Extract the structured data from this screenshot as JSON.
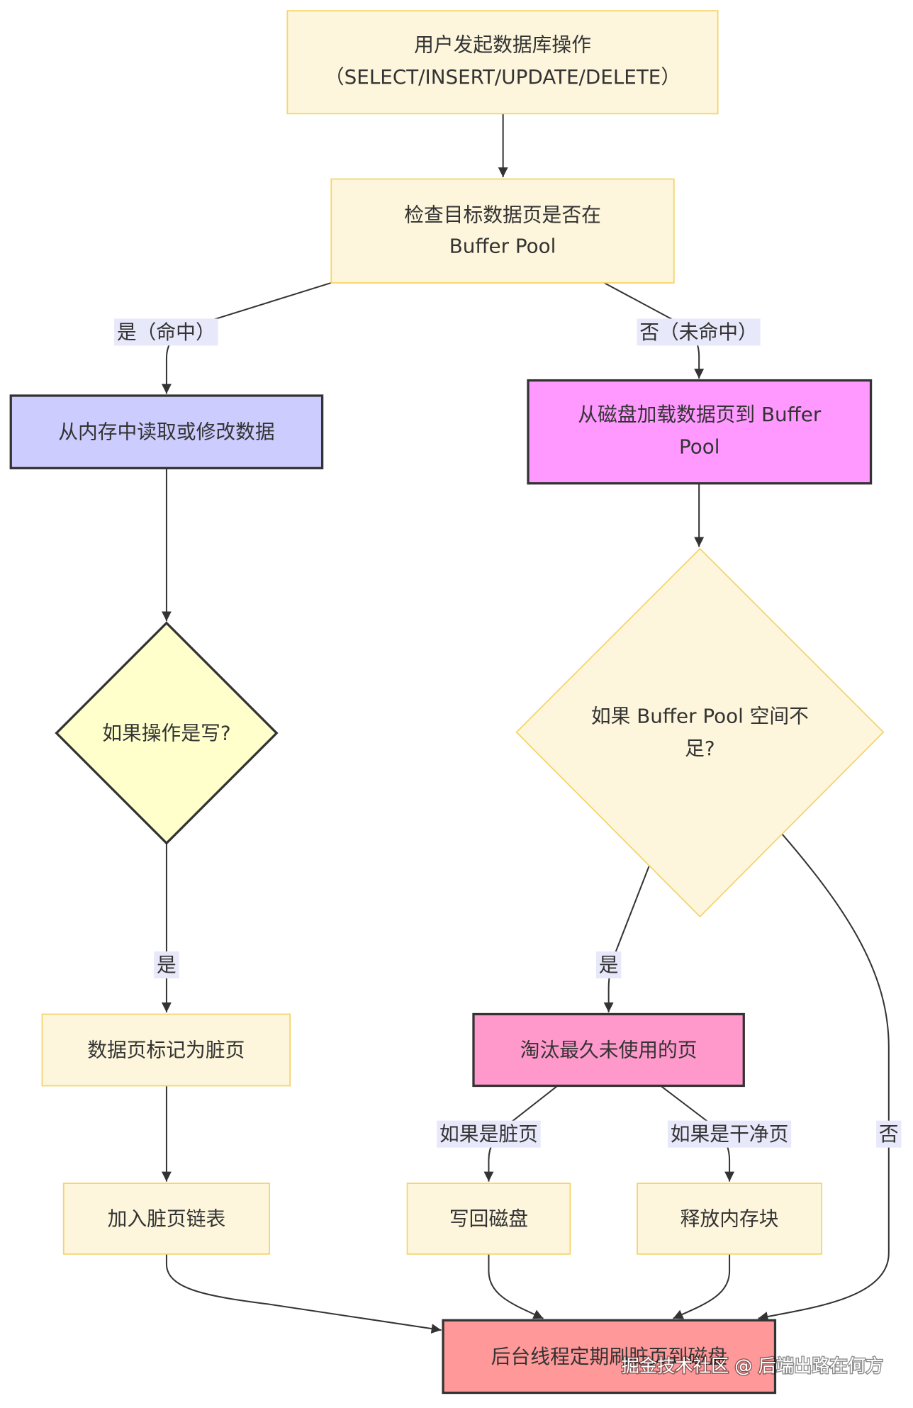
{
  "diagram": {
    "nodes": {
      "start": {
        "lines": [
          "用户发起数据库操作",
          "（SELECT/INSERT/UPDATE/DELETE）"
        ]
      },
      "check_pool": {
        "lines": [
          "检查目标数据页是否在",
          "Buffer Pool"
        ]
      },
      "read_memory": {
        "lines": [
          "从内存中读取或修改数据"
        ]
      },
      "load_from_disk": {
        "lines": [
          "从磁盘加载数据页到 Buffer",
          "Pool"
        ]
      },
      "is_write": {
        "lines": [
          "如果操作是写?"
        ]
      },
      "pool_full": {
        "lines": [
          "如果 Buffer Pool 空间不",
          "足?"
        ]
      },
      "mark_dirty": {
        "lines": [
          "数据页标记为脏页"
        ]
      },
      "evict_lru": {
        "lines": [
          "淘汰最久未使用的页"
        ]
      },
      "add_dirty_list": {
        "lines": [
          "加入脏页链表"
        ]
      },
      "write_back": {
        "lines": [
          "写回磁盘"
        ]
      },
      "free_block": {
        "lines": [
          "释放内存块"
        ]
      },
      "flush_dirty": {
        "lines": [
          "后台线程定期刷脏页到磁盘"
        ]
      }
    },
    "edge_labels": {
      "hit": "是（命中）",
      "miss": "否（未命中）",
      "write_yes": "是",
      "full_yes": "是",
      "dirty_page": "如果是脏页",
      "clean_page": "如果是干净页",
      "full_no": "否"
    },
    "colors": {
      "default_fill": "#fdf6dc",
      "default_stroke": "#f5d46a",
      "strong_stroke": "#333333",
      "edge": "#333333",
      "edge_label_bg": "#e8e8fb",
      "text": "#333333",
      "read_memory_fill": "#ccccff",
      "load_from_disk_fill": "#ff99ff",
      "is_write_fill": "#ffffcc",
      "evict_lru_fill": "#ff99cc",
      "flush_dirty_fill": "#ff9999"
    }
  },
  "watermark": "掘金技术社区 @ 后端出路在何方"
}
